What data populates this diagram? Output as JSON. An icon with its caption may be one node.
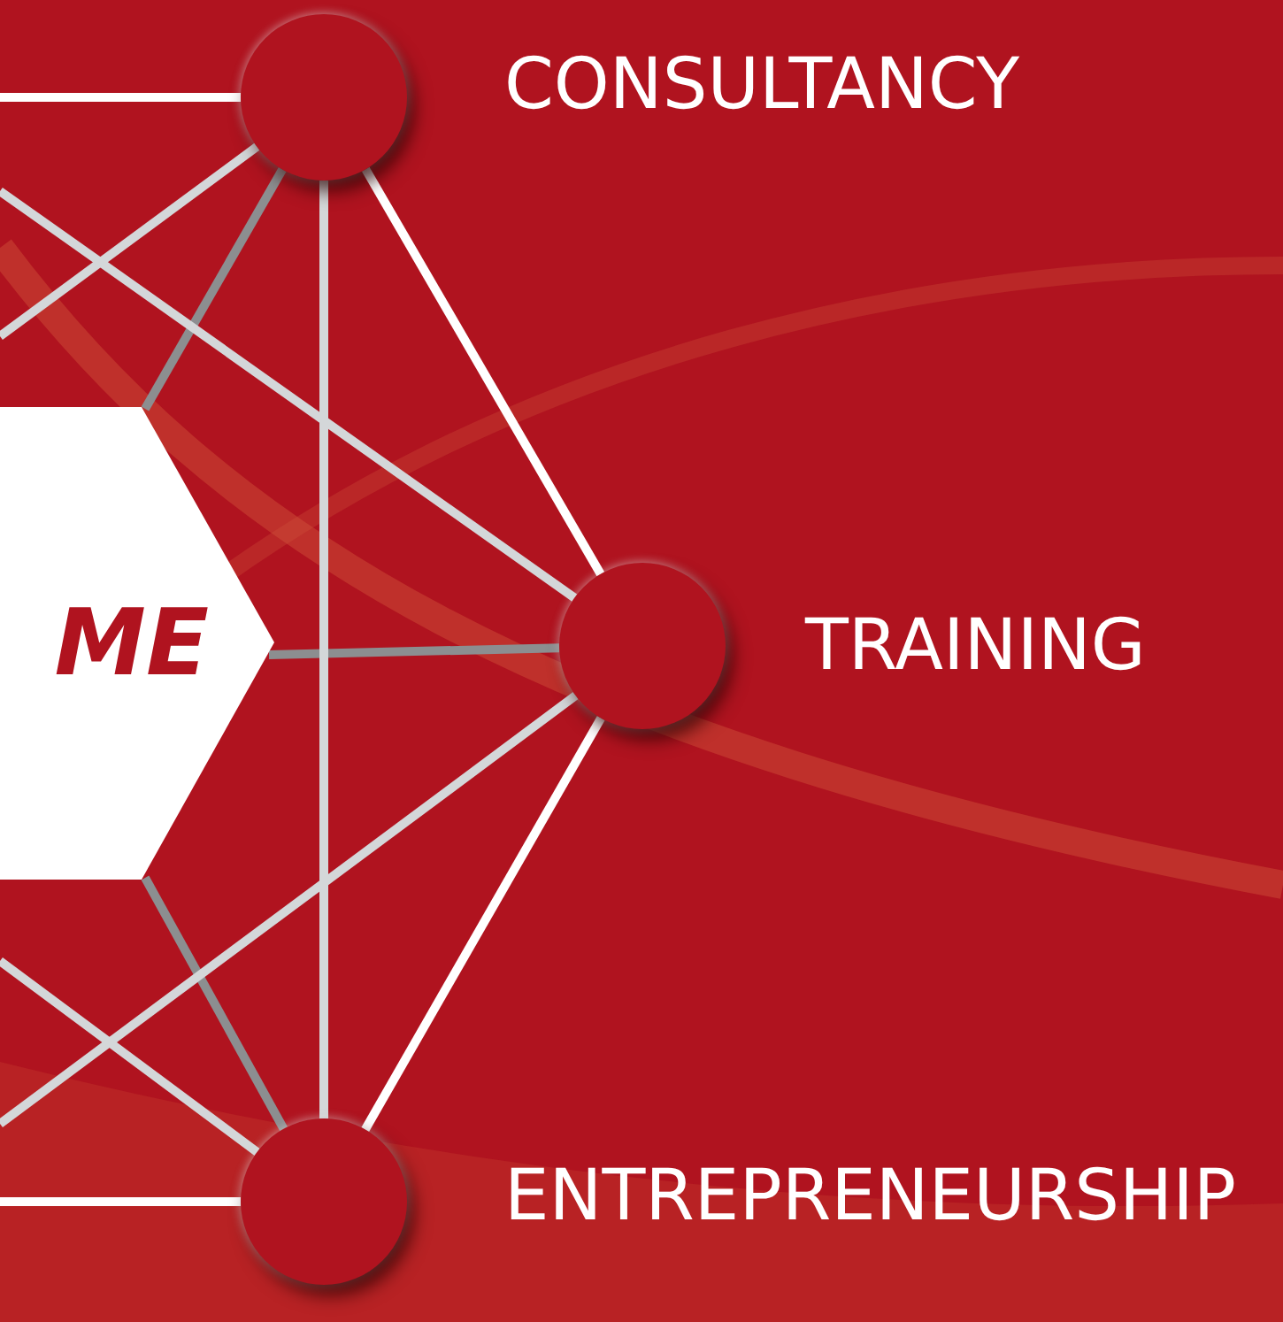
{
  "diagram": {
    "nodes": [
      {
        "text": [
          "ME"
        ]
      },
      {
        "text": [],
        "shape": "circle",
        "beside": [
          "CONSULTANCY"
        ]
      },
      {
        "text": [],
        "shape": "circle",
        "beside": [
          "TRAINING"
        ]
      },
      {
        "text": [],
        "shape": "circle",
        "beside": [
          "ENTREPRENEURSHIP"
        ]
      }
    ],
    "edges": [
      {
        "from": 0,
        "to": 1,
        "arrow": "none",
        "color": "#8c8e90"
      },
      {
        "from": 0,
        "to": 2,
        "arrow": "none",
        "color": "#8c8e90"
      },
      {
        "from": 0,
        "to": 3,
        "arrow": "none",
        "color": "#8c8e90"
      },
      {
        "from": 1,
        "to": 2,
        "arrow": "none",
        "color": "#ffffff"
      },
      {
        "from": 1,
        "to": 3,
        "arrow": "none"
      },
      {
        "from": 2,
        "to": 3,
        "arrow": "none",
        "color": "#ffffff"
      },
      {
        "from": null,
        "to": 1,
        "arrow": "none",
        "color": "#ffffff"
      },
      {
        "from": null,
        "to": 1,
        "arrow": "none"
      },
      {
        "from": null,
        "to": 2,
        "arrow": "none"
      },
      {
        "from": null,
        "to": 2,
        "arrow": "none"
      },
      {
        "from": null,
        "to": 3,
        "arrow": "none"
      },
      {
        "from": null,
        "to": 3,
        "arrow": "none",
        "color": "#ffffff"
      }
    ]
  }
}
